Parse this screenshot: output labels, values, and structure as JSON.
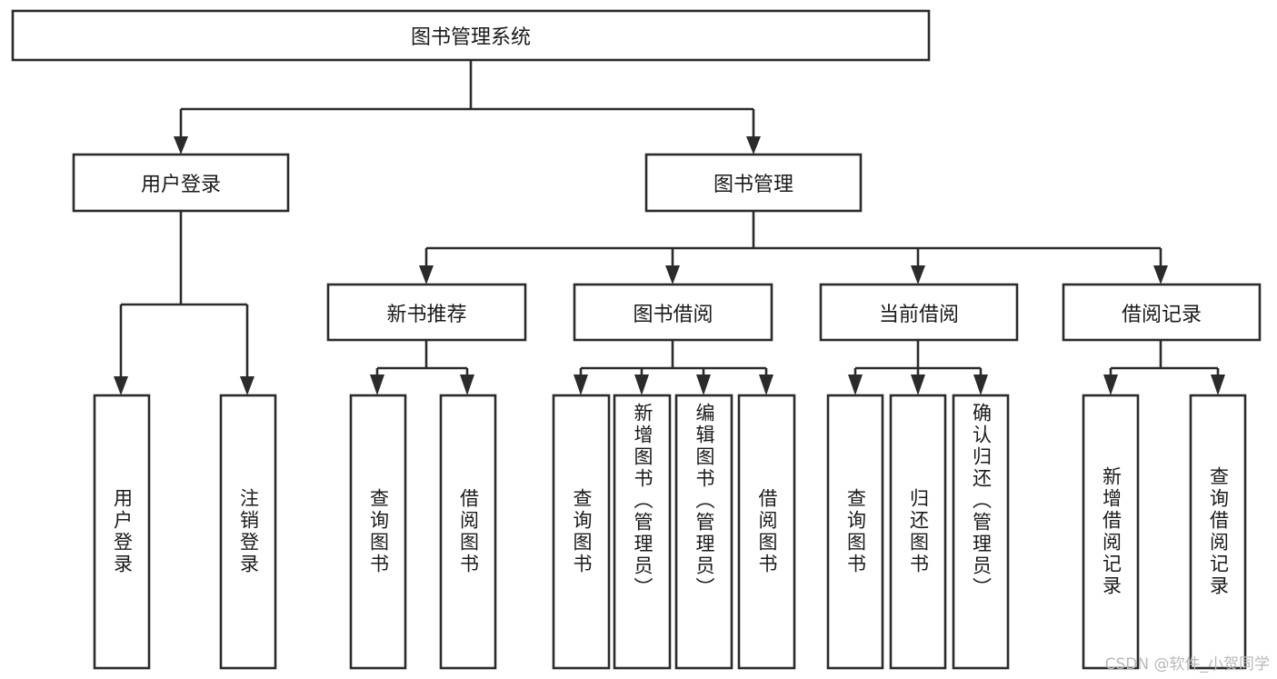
{
  "diagram": {
    "title": "图书管理系统",
    "type": "tree-hierarchy",
    "watermark": "CSDN @软件_小贺同学",
    "colors": {
      "stroke": "#2b2b2b",
      "fill": "#ffffff",
      "text": "#1a1a1a",
      "watermark": "#b9b9b9"
    },
    "nodes": {
      "root": {
        "label": "图书管理系统",
        "level": 1,
        "orientation": "horizontal"
      },
      "level2": [
        {
          "id": "user-login",
          "label": "用户登录",
          "orientation": "horizontal"
        },
        {
          "id": "book-manage",
          "label": "图书管理",
          "orientation": "horizontal"
        }
      ],
      "level3": [
        {
          "id": "new-book-recommend",
          "label": "新书推荐",
          "orientation": "horizontal"
        },
        {
          "id": "book-borrow",
          "label": "图书借阅",
          "orientation": "horizontal"
        },
        {
          "id": "current-borrow",
          "label": "当前借阅",
          "orientation": "horizontal"
        },
        {
          "id": "borrow-record",
          "label": "借阅记录",
          "orientation": "horizontal"
        }
      ],
      "leaves": {
        "user-login": [
          {
            "id": "leaf-user-login",
            "label": "用户登录",
            "orientation": "vertical"
          },
          {
            "id": "leaf-logout",
            "label": "注销登录",
            "orientation": "vertical"
          }
        ],
        "new-book-recommend": [
          {
            "id": "leaf-query-book-1",
            "label": "查询图书",
            "orientation": "vertical"
          },
          {
            "id": "leaf-borrow-book-1",
            "label": "借阅图书",
            "orientation": "vertical"
          }
        ],
        "book-borrow": [
          {
            "id": "leaf-query-book-2",
            "label": "查询图书",
            "orientation": "vertical"
          },
          {
            "id": "leaf-add-book",
            "label": "新增图书（管理员）",
            "orientation": "vertical"
          },
          {
            "id": "leaf-edit-book",
            "label": "编辑图书（管理员）",
            "orientation": "vertical"
          },
          {
            "id": "leaf-borrow-book-2",
            "label": "借阅图书",
            "orientation": "vertical"
          }
        ],
        "current-borrow": [
          {
            "id": "leaf-query-book-3",
            "label": "查询图书",
            "orientation": "vertical"
          },
          {
            "id": "leaf-return-book",
            "label": "归还图书",
            "orientation": "vertical"
          },
          {
            "id": "leaf-confirm-return",
            "label": "确认归还（管理员）",
            "orientation": "vertical"
          }
        ],
        "borrow-record": [
          {
            "id": "leaf-add-record",
            "label": "新增借阅记录",
            "orientation": "vertical"
          },
          {
            "id": "leaf-query-record",
            "label": "查询借阅记录",
            "orientation": "vertical"
          }
        ]
      }
    }
  }
}
